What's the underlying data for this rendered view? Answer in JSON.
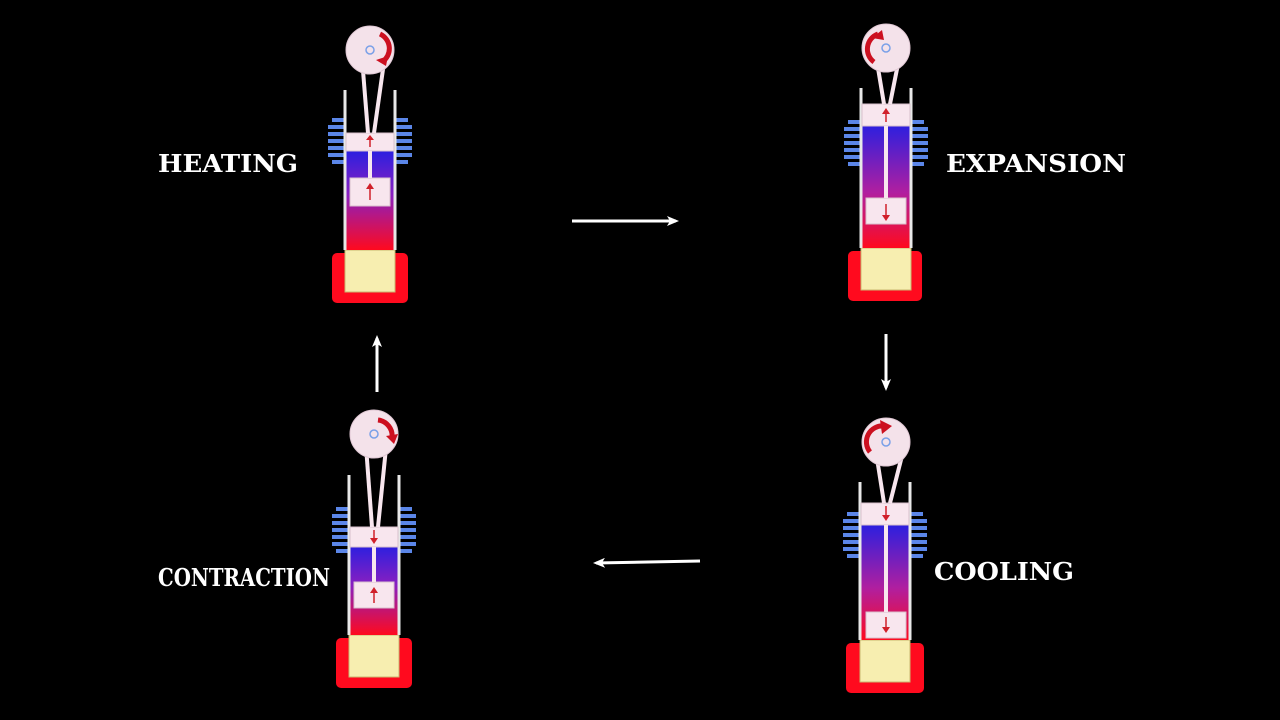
{
  "stages": {
    "heating": "HEATING",
    "expansion": "EXPANSION",
    "cooling": "COOLING",
    "contraction": "CONTRACTION"
  },
  "colors": {
    "background": "#000000",
    "hot": "#ff0a1e",
    "cold": "#2a1fe0",
    "fins": "#5b86e8",
    "regenerator": "#f7eeb0",
    "piston": "#f8e6ee",
    "arrow": "#ffffff"
  },
  "icons": {
    "flywheel": "rotation-arrow-icon",
    "cycle_arrow": "arrow-icon"
  }
}
